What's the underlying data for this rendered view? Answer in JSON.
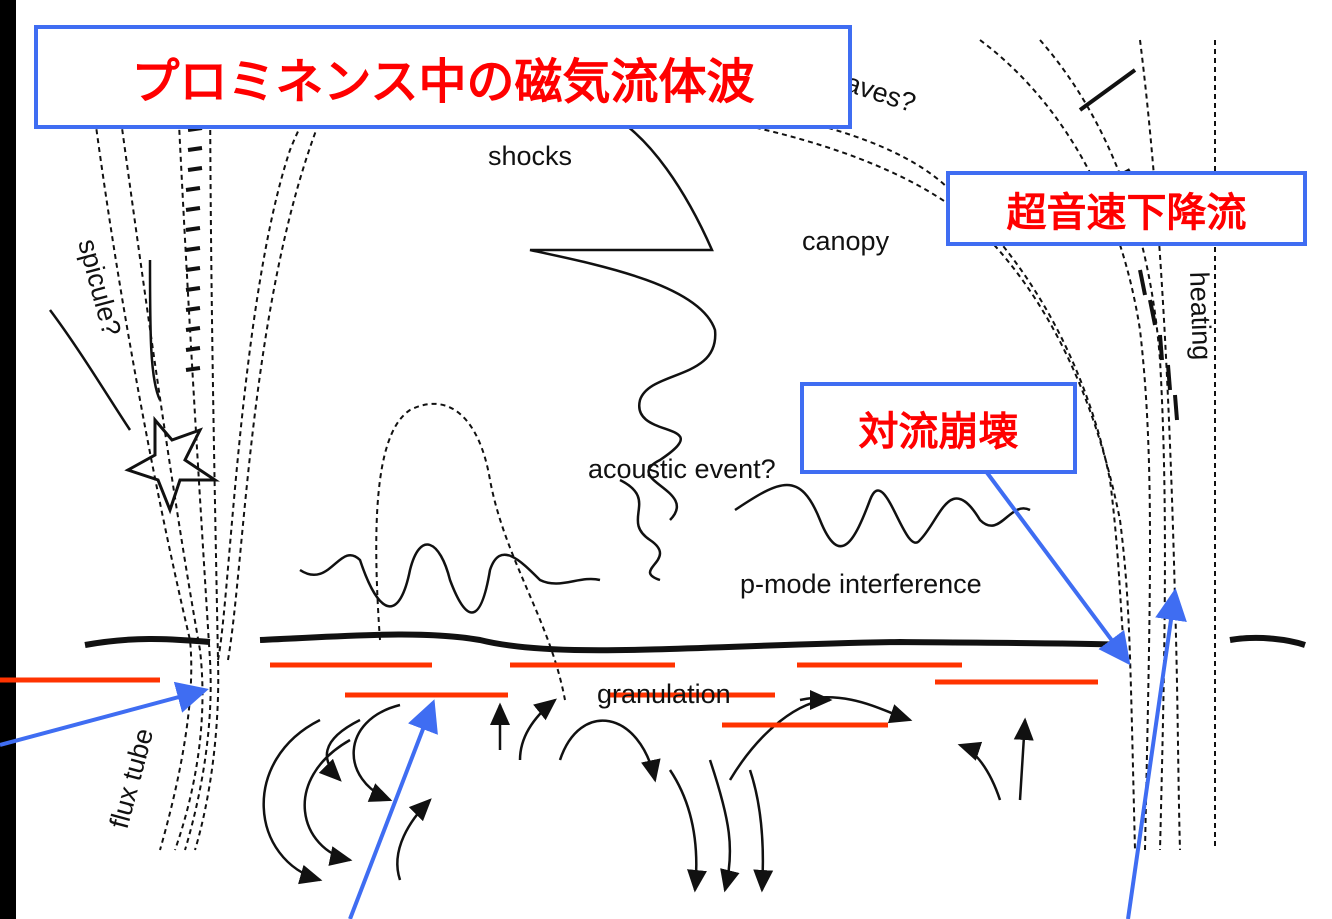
{
  "callouts": {
    "title": "プロミネンス中の磁気流体波",
    "downflow": "超音速下降流",
    "collapse": "対流崩壊"
  },
  "labels": {
    "canopy_waves": "canopy waves?",
    "shocks": "shocks",
    "canopy": "canopy",
    "spicule": "spicule?",
    "heating": "heating",
    "acoustic_event": "acoustic event?",
    "p_mode": "p-mode interference",
    "granulation": "granulation",
    "flux_tube": "flux tube"
  },
  "colors": {
    "background": "#000000",
    "panel": "#ffffff",
    "callout_text": "#ff0000",
    "callout_border": "#3f6df2",
    "pointer_arrow": "#3f6df2",
    "granule_bar": "#ff3300",
    "ink": "#111111"
  }
}
